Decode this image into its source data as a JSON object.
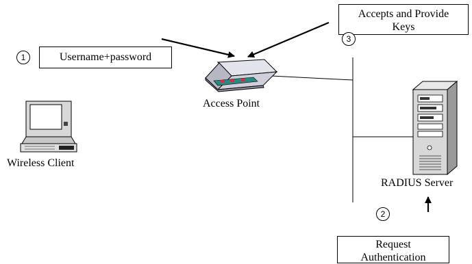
{
  "labels": {
    "step1": "Username+password",
    "step3": "Accepts and Provide Keys",
    "step2": "Request Authentication",
    "access_point": "Access Point",
    "client": "Wireless Client",
    "server": "RADIUS Server"
  },
  "step_numbers": {
    "one": "1",
    "two": "2",
    "three": "3"
  },
  "icons": {
    "client": "laptop-icon",
    "access_point": "access-point-icon",
    "server": "server-tower-icon"
  }
}
